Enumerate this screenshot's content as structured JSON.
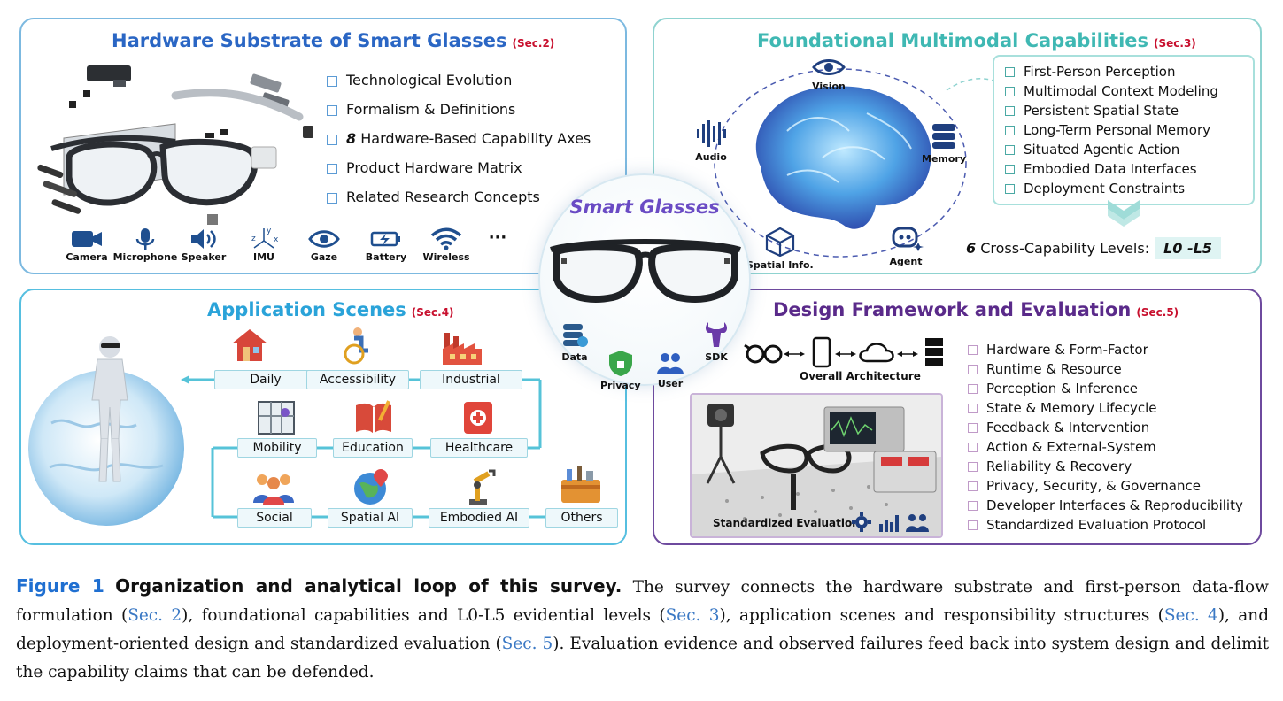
{
  "hardware": {
    "title": "Hardware Substrate of Smart Glasses",
    "sec": "(Sec.2)",
    "items": [
      "Technological Evolution",
      "Formalism & Definitions",
      "8",
      "Hardware-Based Capability Axes",
      "Product Hardware Matrix",
      "Related Research Concepts"
    ],
    "sensors": [
      "Camera",
      "Microphone",
      "Speaker",
      "IMU",
      "Gaze",
      "Battery",
      "Wireless",
      "···"
    ],
    "imu_axes": [
      "z",
      "y",
      "x"
    ]
  },
  "foundational": {
    "title": "Foundational Multimodal Capabilities",
    "sec": "(Sec.3)",
    "items": [
      "First-Person Perception",
      "Multimodal Context Modeling",
      "Persistent Spatial State",
      "Long-Term Personal Memory",
      "Situated Agentic Action",
      "Embodied Data Interfaces",
      "Deployment Constraints"
    ],
    "ring": [
      "Vision",
      "Audio",
      "Memory",
      "Spatial Info.",
      "Agent"
    ],
    "levels_num": "6",
    "levels_text": "Cross-Capability Levels:",
    "levels_tag": "L0 -L5"
  },
  "center": {
    "title": "Smart Glasses",
    "icons": [
      "Data",
      "Privacy",
      "User",
      "SDK"
    ]
  },
  "application": {
    "title": "Application Scenes",
    "sec": "(Sec.4)",
    "scenes": [
      "Daily",
      "Accessibility",
      "Industrial",
      "Mobility",
      "Education",
      "Healthcare",
      "Social",
      "Spatial AI",
      "Embodied AI",
      "Others"
    ]
  },
  "design": {
    "title": "Design Framework and Evaluation",
    "sec": "(Sec.5)",
    "architecture_label": "Overall Architecture",
    "evaluation_label": "Standardized Evaluation",
    "items": [
      "Hardware & Form-Factor",
      "Runtime & Resource",
      "Perception & Inference",
      "State & Memory Lifecycle",
      "Feedback & Intervention",
      "Action & External-System",
      "Reliability & Recovery",
      "Privacy, Security, & Governance",
      "Developer Interfaces & Reproducibility",
      "Standardized Evaluation Protocol"
    ]
  },
  "caption": {
    "label": "Figure 1",
    "title": "Organization and analytical loop of this survey.",
    "t1": " The survey connects the hardware substrate and first-person data-flow formulation (",
    "r1": "Sec. 2",
    "t2": "), foundational capabilities and L0-L5 evidential levels (",
    "r2": "Sec. 3",
    "t3": "), application scenes and responsibility structures (",
    "r3": "Sec. 4",
    "t4": "), and deployment-oriented design and standardized evaluation (",
    "r4": "Sec. 5",
    "t5": "). Evaluation evidence and observed failures feed back into system design and delimit the capability claims that can be defended."
  },
  "colors": {
    "hardware_title": "#2a66c4",
    "foundational_title": "#3fb8b3",
    "application_title": "#2aa3d9",
    "design_title": "#5a2a8a",
    "section_ref": "#c8102e",
    "figure_label": "#1f6fd1"
  }
}
